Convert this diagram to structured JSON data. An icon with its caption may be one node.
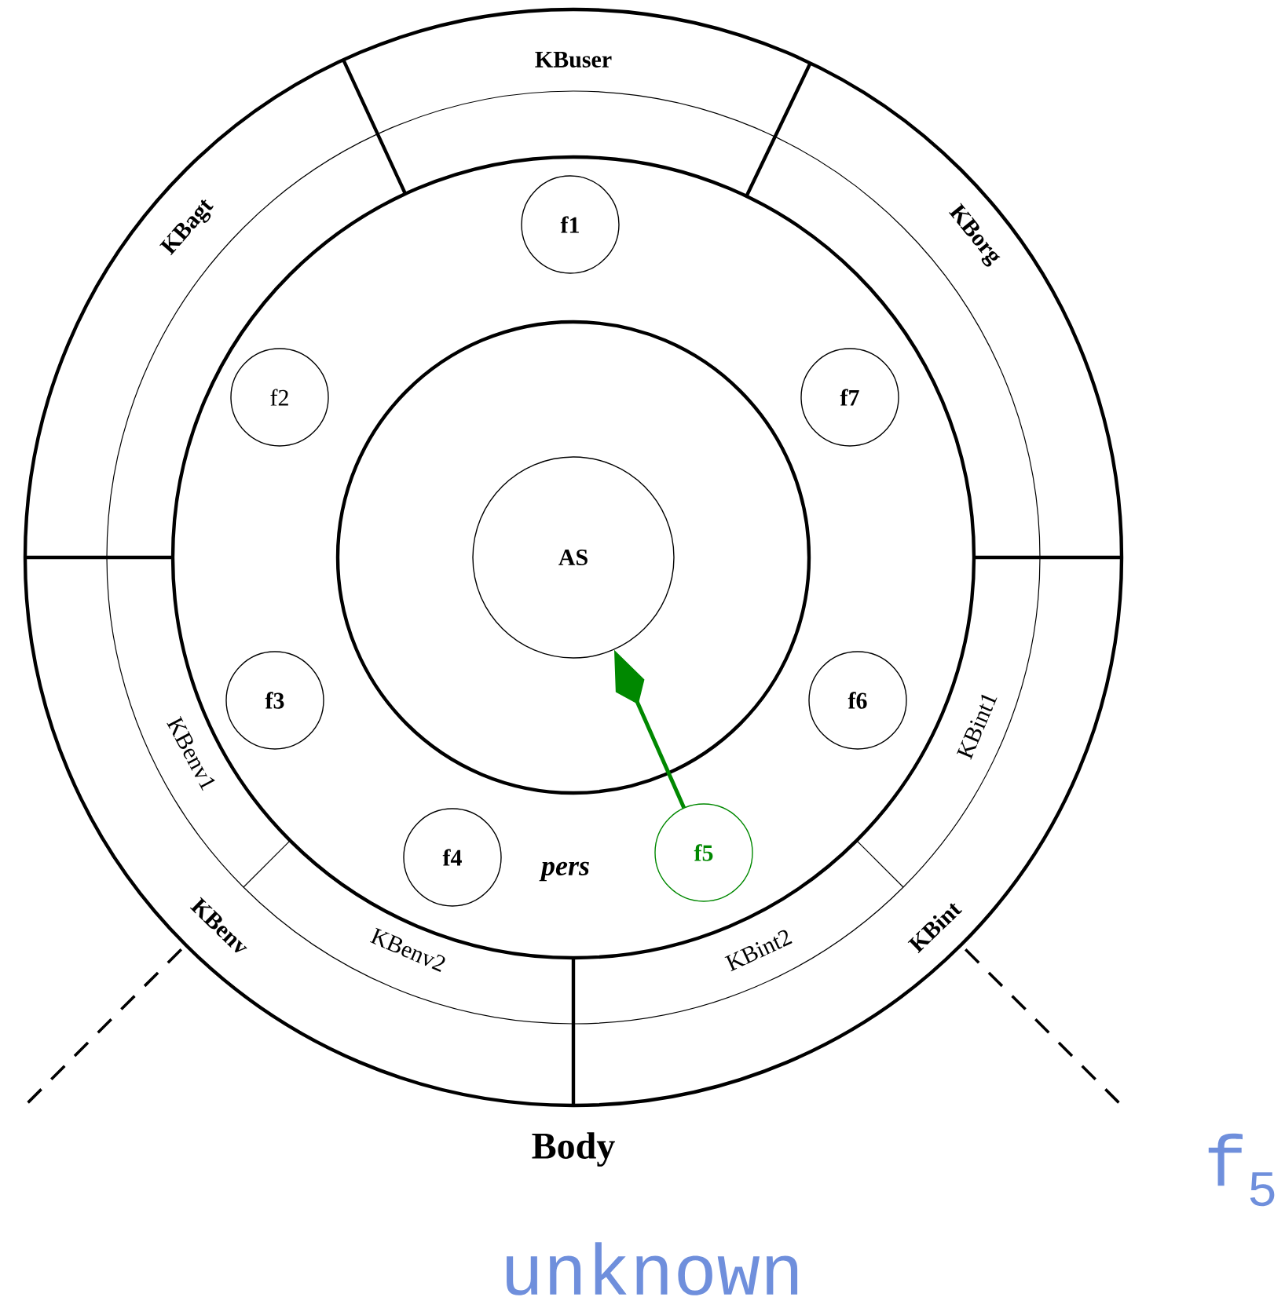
{
  "diagram": {
    "nodes": [
      {
        "text": [
          "AS"
        ]
      },
      {
        "text": [
          "f1"
        ]
      },
      {
        "text": [
          "f2"
        ]
      },
      {
        "text": [
          "f3"
        ]
      },
      {
        "text": [
          "f4"
        ]
      },
      {
        "text": [
          "f5"
        ]
      },
      {
        "text": [
          "f6"
        ]
      },
      {
        "text": [
          "f7"
        ]
      }
    ],
    "edges": [
      {
        "from": 5,
        "to": 0,
        "arrow": "to",
        "color": "#008800"
      }
    ],
    "labels": [
      "KBuser",
      "KBagt",
      "KBorg",
      "KBenv1",
      "KBint1",
      "KBenv",
      "KBenv2",
      "KBint2",
      "KBint",
      "pers",
      "Body",
      "f$_{5}$",
      "unknown"
    ]
  }
}
